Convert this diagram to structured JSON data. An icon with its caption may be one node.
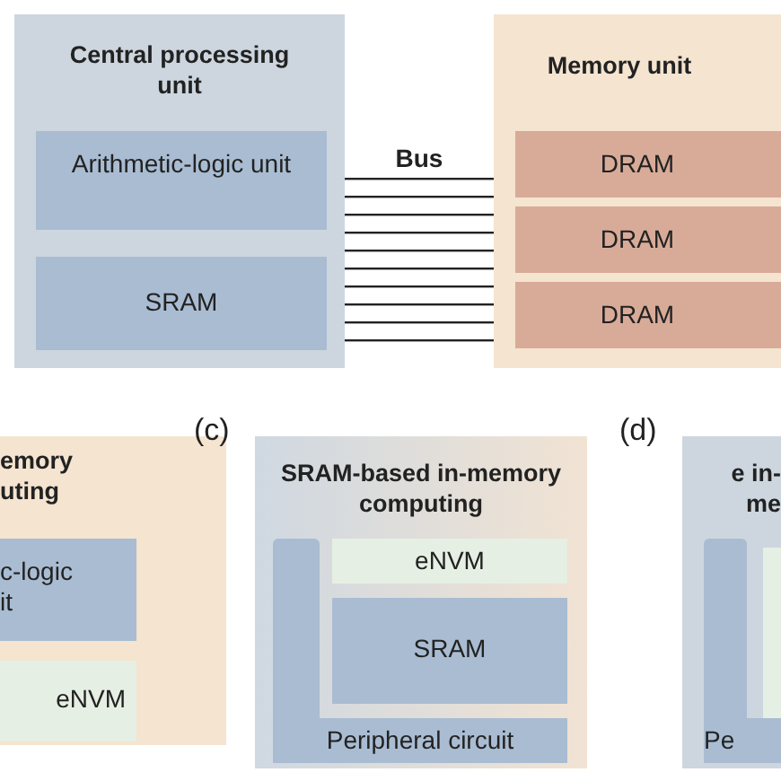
{
  "diagram": {
    "nodes": [
      {
        "text": [
          "Central processing unit"
        ]
      },
      {
        "text": [
          "Arithmetic-logic unit"
        ],
        "in": 0
      },
      {
        "text": [
          "SRAM"
        ],
        "in": 0
      },
      {
        "text": [
          "Memory unit"
        ]
      },
      {
        "text": [
          "DRAM"
        ],
        "in": 3
      },
      {
        "text": [
          "DRAM"
        ],
        "in": 3
      },
      {
        "text": [
          "DRAM"
        ],
        "in": 3
      },
      {
        "text": [
          "emory uting"
        ]
      },
      {
        "text": [
          "c-logic it"
        ],
        "in": 7
      },
      {
        "text": [
          "eNVM"
        ],
        "in": 7
      },
      {
        "text": [
          "SRAM-based in-memory computing"
        ]
      },
      {
        "text": [],
        "shape": "bar",
        "in": 10
      },
      {
        "text": [
          "eNVM"
        ],
        "in": 10
      },
      {
        "text": [
          "SRAM"
        ],
        "in": 10
      },
      {
        "text": [
          "Peripheral circuit"
        ],
        "in": 10
      },
      {
        "text": [
          "e in-me"
        ]
      },
      {
        "text": [],
        "shape": "bar",
        "in": 15
      },
      {
        "text": [],
        "shape": "box",
        "in": 15
      },
      {
        "text": [
          "Pe"
        ],
        "in": 15
      }
    ],
    "edges": [
      {
        "from": 0,
        "to": 3,
        "arrow": "none",
        "label": "Bus"
      }
    ],
    "labels": [
      "(c)",
      "(d)"
    ]
  }
}
